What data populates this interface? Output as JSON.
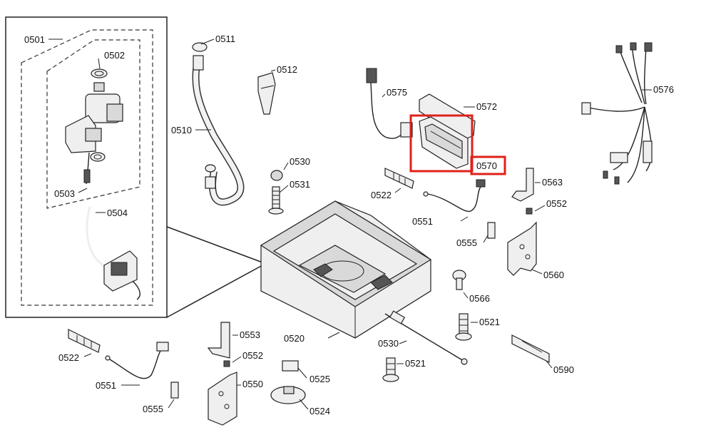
{
  "diagram": {
    "highlight_color": "#e0201a",
    "highlighted_part": "0570",
    "labels": {
      "p0501": "0501",
      "p0502": "0502",
      "p0503": "0503",
      "p0504": "0504",
      "p0510": "0510",
      "p0511": "0511",
      "p0512": "0512",
      "p0520": "0520",
      "p0521a": "0521",
      "p0521b": "0521",
      "p0522a": "0522",
      "p0522b": "0522",
      "p0524": "0524",
      "p0525": "0525",
      "p0530a": "0530",
      "p0530b": "0530",
      "p0531": "0531",
      "p0550": "0550",
      "p0551a": "0551",
      "p0551b": "0551",
      "p0552a": "0552",
      "p0552b": "0552",
      "p0553": "0553",
      "p0555a": "0555",
      "p0555b": "0555",
      "p0560": "0560",
      "p0563": "0563",
      "p0566": "0566",
      "p0570": "0570",
      "p0572": "0572",
      "p0575": "0575",
      "p0576": "0576",
      "p0590": "0590"
    }
  }
}
